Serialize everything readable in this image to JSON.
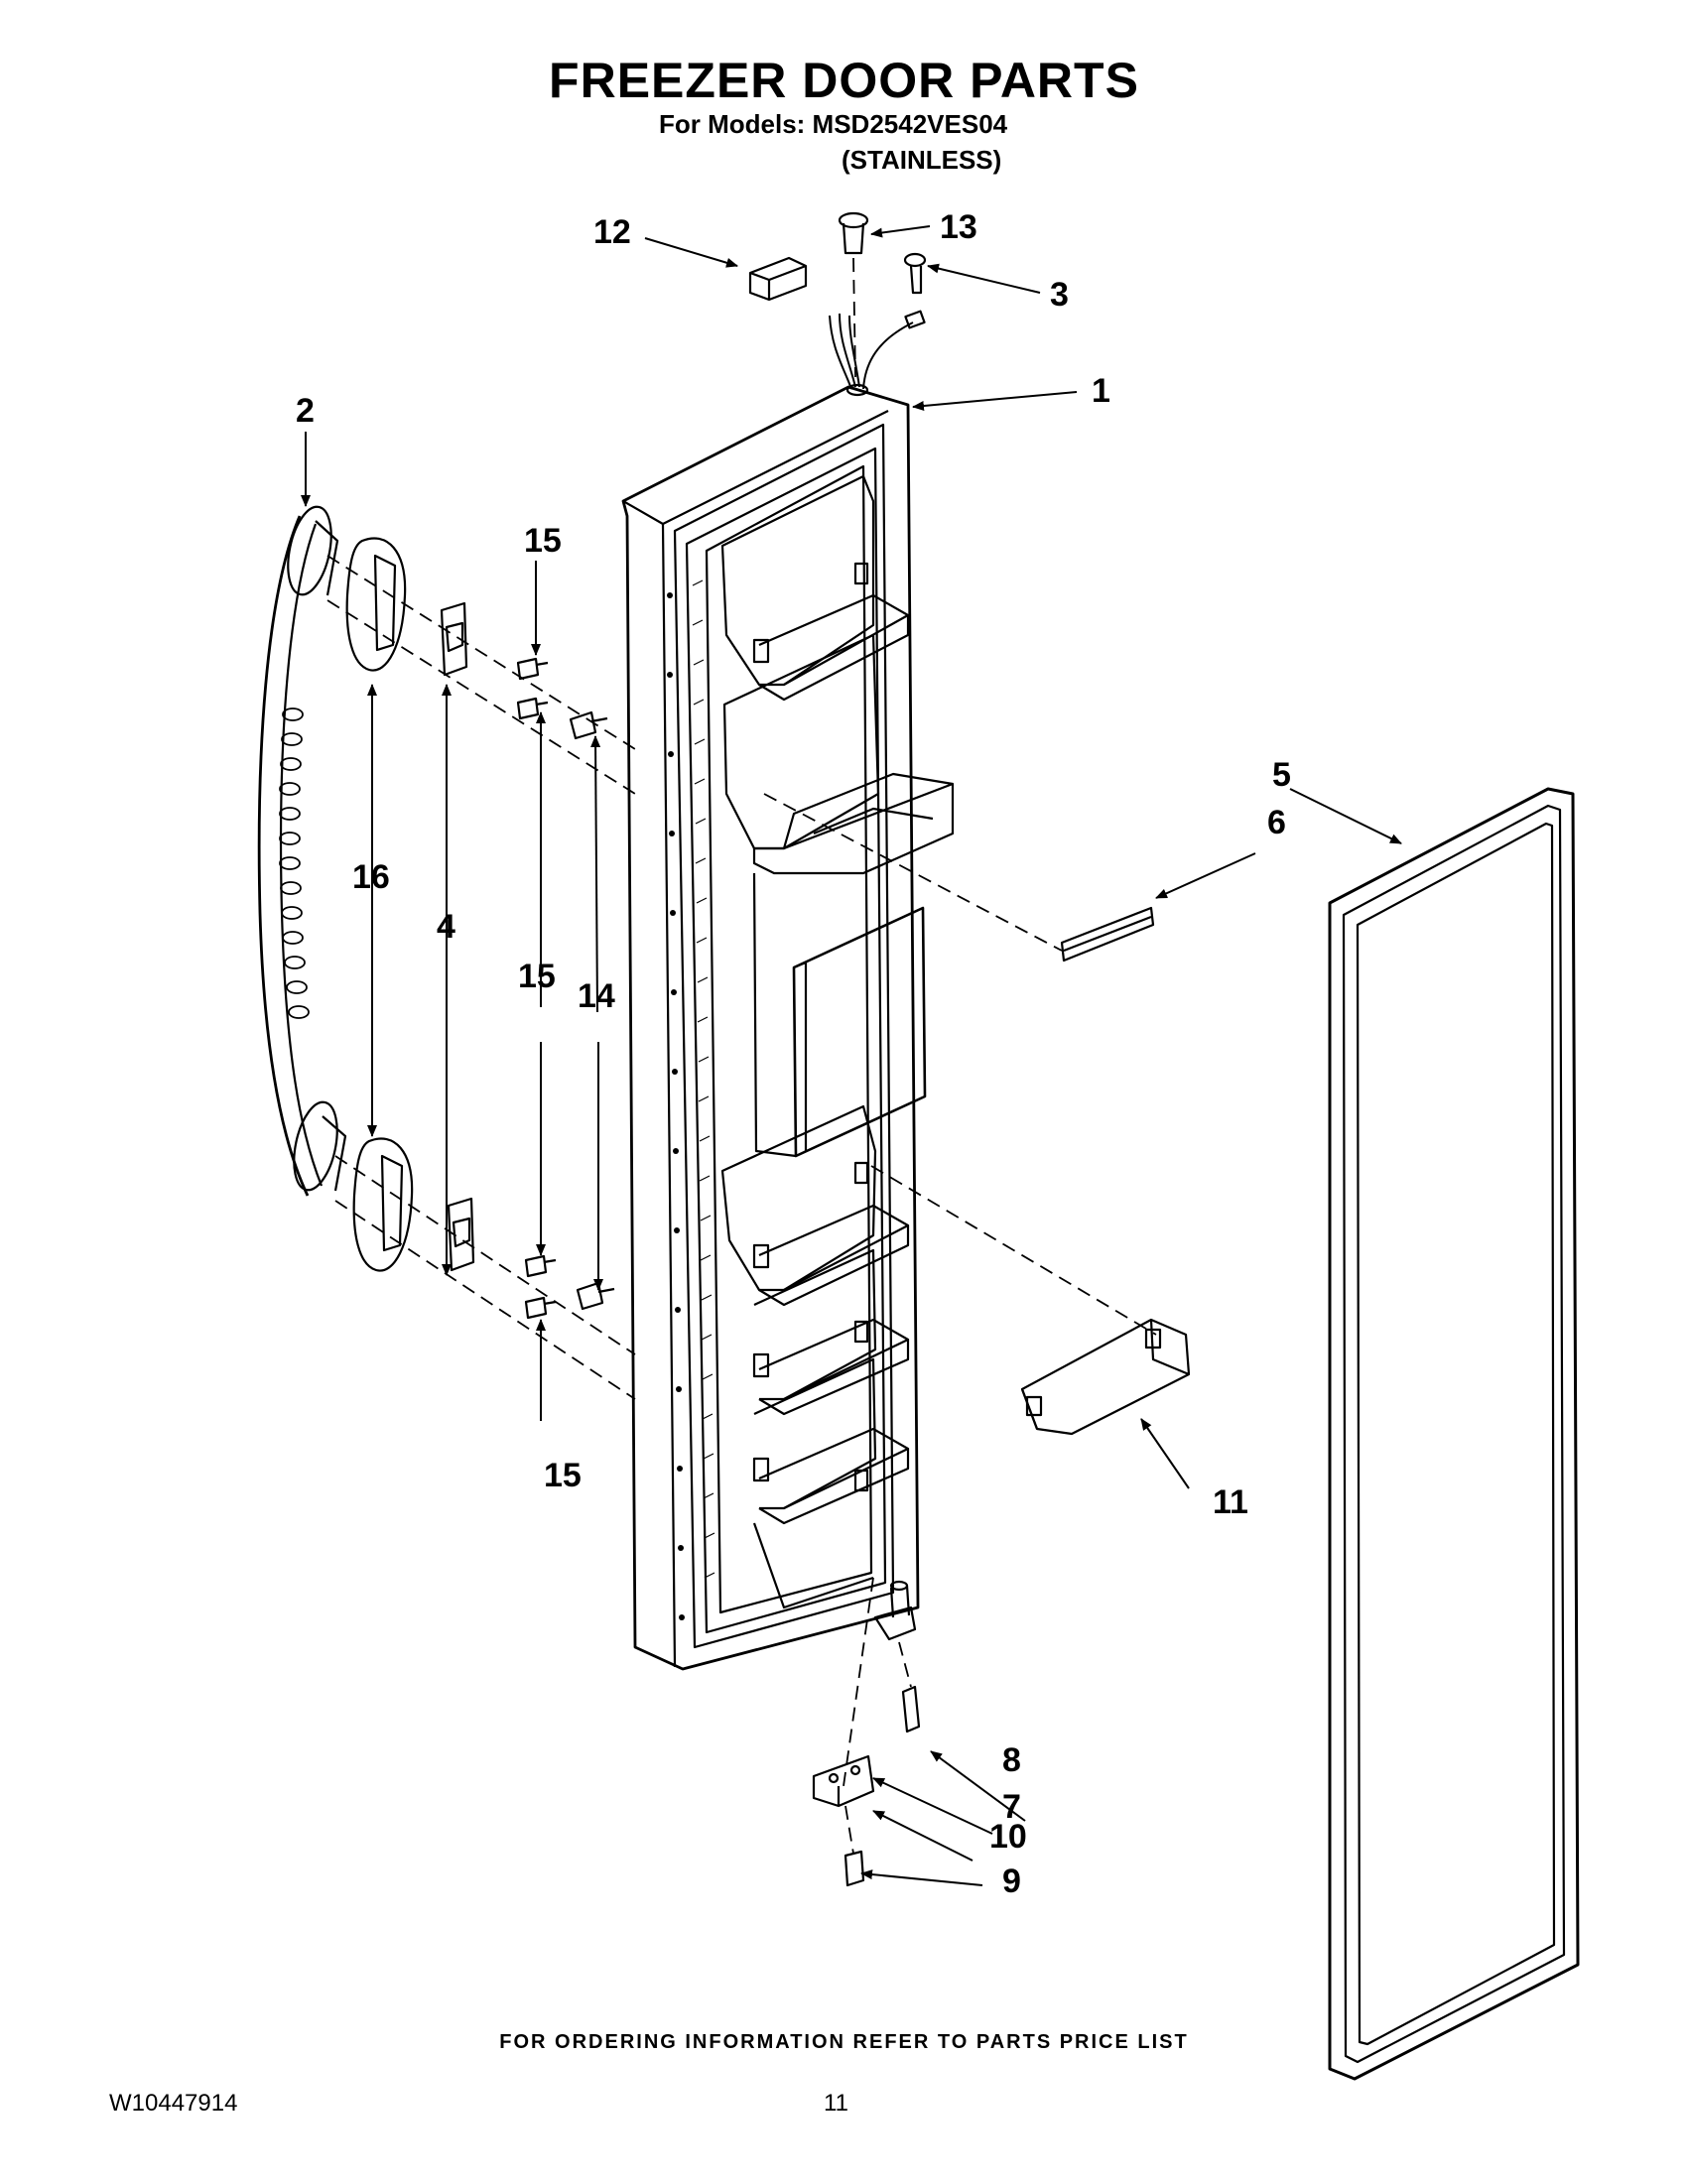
{
  "header": {
    "title": "FREEZER DOOR PARTS",
    "models_line": "For Models: MSD2542VES04",
    "variant_line": "(STAINLESS)"
  },
  "footer": {
    "ordering_note": "FOR ORDERING INFORMATION REFER TO PARTS PRICE LIST",
    "document_id": "W10447914",
    "page_number": "11"
  },
  "callouts": {
    "c1": "1",
    "c2": "2",
    "c3": "3",
    "c4": "4",
    "c5": "5",
    "c6": "6",
    "c7": "7",
    "c8": "8",
    "c9": "9",
    "c10": "10",
    "c11": "11",
    "c12": "12",
    "c13": "13",
    "c14": "14",
    "c15a": "15",
    "c15b": "15",
    "c15c": "15",
    "c16": "16"
  }
}
